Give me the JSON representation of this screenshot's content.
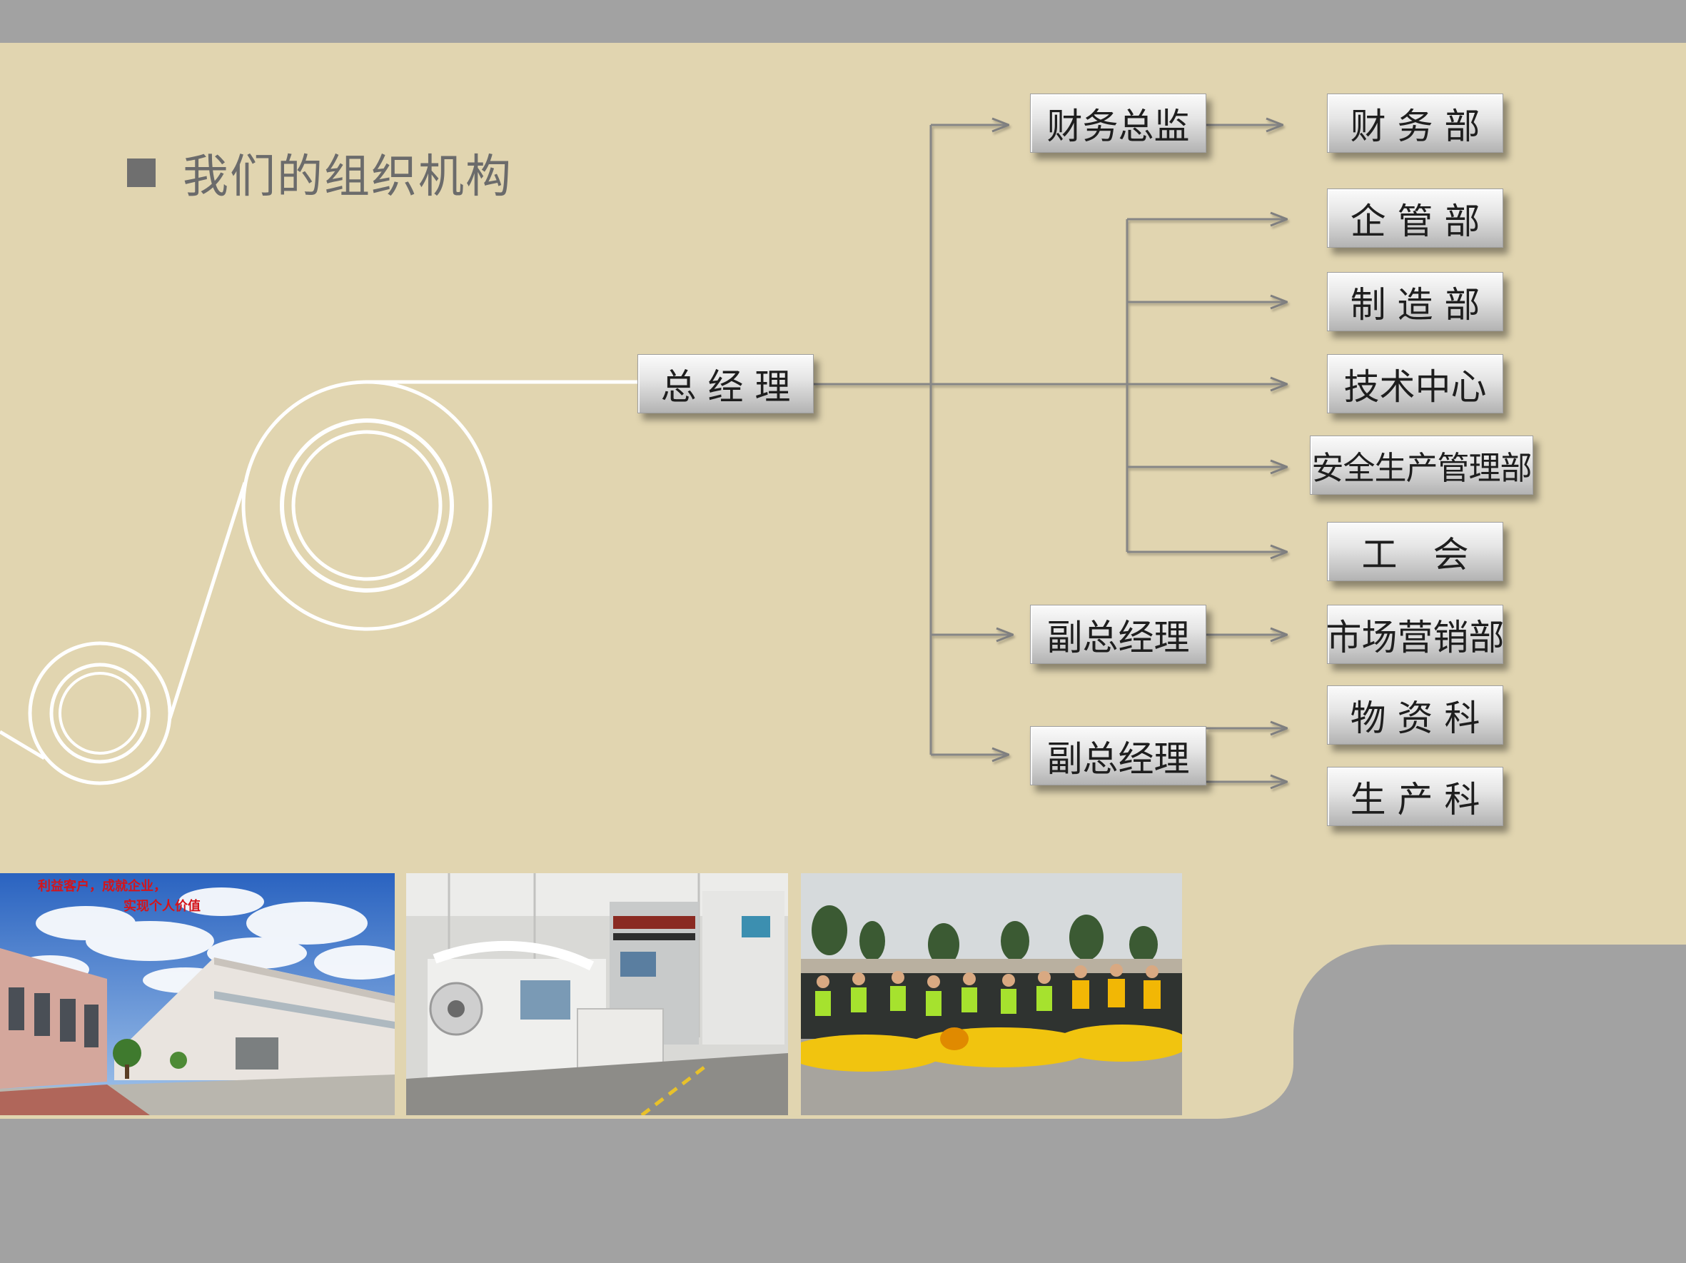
{
  "title": "我们的组织机构",
  "icons": {
    "title_bullet": "square-bullet-icon"
  },
  "colors": {
    "background": "#e1d5b0",
    "band": "#a2a2a2",
    "title_text": "#6b6b6b",
    "connector": "#868686",
    "box_text": "#1e1e1e",
    "slogan": "#d4141a"
  },
  "org": {
    "ceo": "总 经 理",
    "cfo": "财务总监",
    "vp_marketing": "副总经理",
    "vp_supply": "副总经理",
    "departments": {
      "finance": "财 务 部",
      "enterprise_mgmt": "企 管 部",
      "manufacturing": "制 造 部",
      "tech_center": "技术中心",
      "safety": "安全生产管理部",
      "union": "工　会",
      "marketing": "市场营销部",
      "materials": "物 资 科",
      "production": "生 产 科"
    }
  },
  "photos": {
    "slogan_line1": "利益客户，成就企业，",
    "slogan_line2": "实现个人价值"
  }
}
